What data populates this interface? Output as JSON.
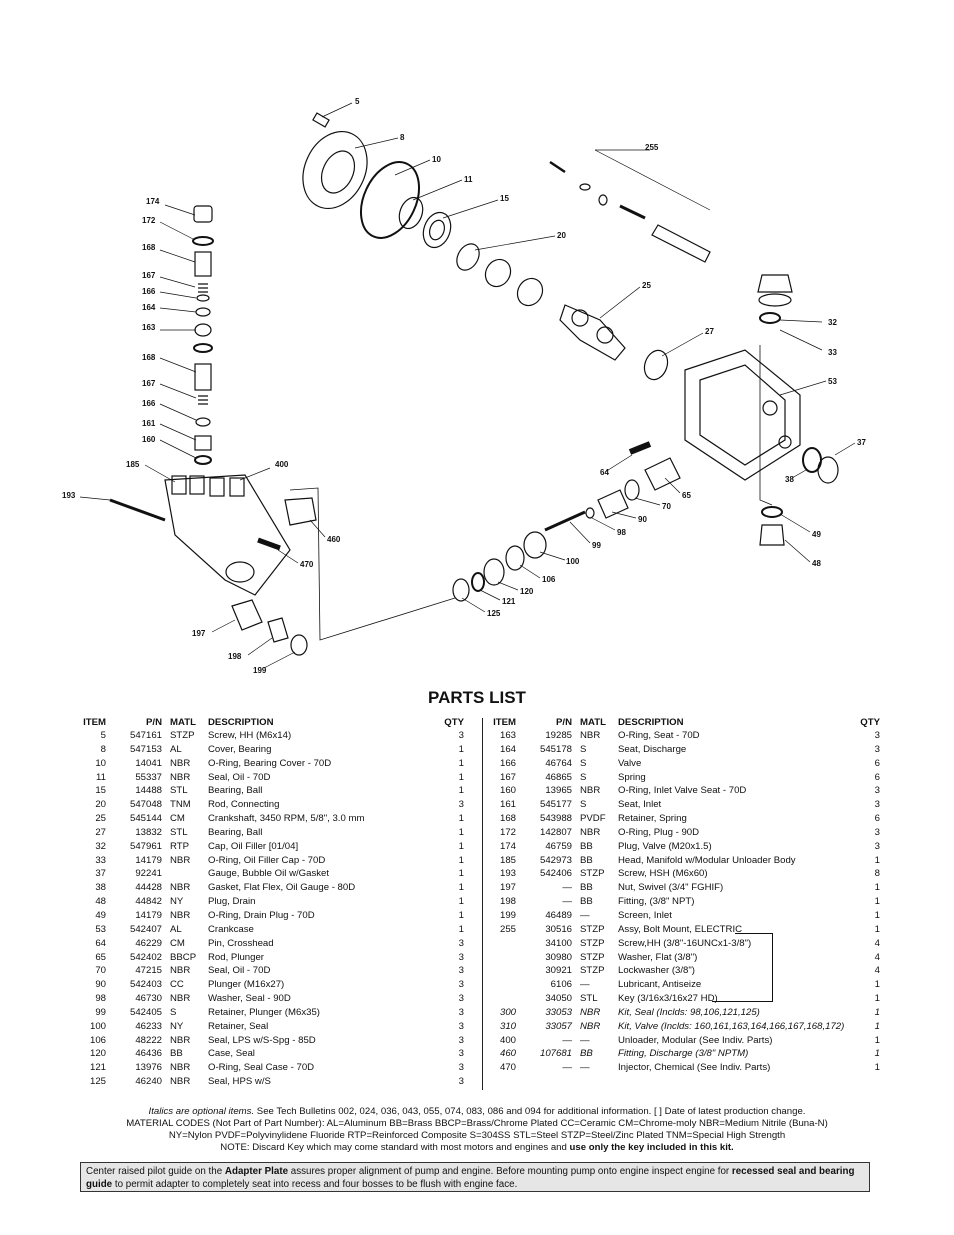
{
  "callouts": [
    {
      "id": "c5",
      "label": "5"
    },
    {
      "id": "c8",
      "label": "8"
    },
    {
      "id": "c10",
      "label": "10"
    },
    {
      "id": "c11",
      "label": "11"
    },
    {
      "id": "c15",
      "label": "15"
    },
    {
      "id": "c20",
      "label": "20"
    },
    {
      "id": "c25",
      "label": "25"
    },
    {
      "id": "c27",
      "label": "27"
    },
    {
      "id": "c255",
      "label": "255"
    },
    {
      "id": "c32",
      "label": "32"
    },
    {
      "id": "c33",
      "label": "33"
    },
    {
      "id": "c53",
      "label": "53"
    },
    {
      "id": "c37",
      "label": "37"
    },
    {
      "id": "c38",
      "label": "38"
    },
    {
      "id": "c49",
      "label": "49"
    },
    {
      "id": "c48",
      "label": "48"
    },
    {
      "id": "c174",
      "label": "174"
    },
    {
      "id": "c172",
      "label": "172"
    },
    {
      "id": "c168a",
      "label": "168"
    },
    {
      "id": "c167a",
      "label": "167"
    },
    {
      "id": "c166a",
      "label": "166"
    },
    {
      "id": "c164",
      "label": "164"
    },
    {
      "id": "c163",
      "label": "163"
    },
    {
      "id": "c168b",
      "label": "168"
    },
    {
      "id": "c167b",
      "label": "167"
    },
    {
      "id": "c166b",
      "label": "166"
    },
    {
      "id": "c161",
      "label": "161"
    },
    {
      "id": "c160",
      "label": "160"
    },
    {
      "id": "c185",
      "label": "185"
    },
    {
      "id": "c400",
      "label": "400"
    },
    {
      "id": "c193",
      "label": "193"
    },
    {
      "id": "c460",
      "label": "460"
    },
    {
      "id": "c470",
      "label": "470"
    },
    {
      "id": "c197",
      "label": "197"
    },
    {
      "id": "c198",
      "label": "198"
    },
    {
      "id": "c199",
      "label": "199"
    },
    {
      "id": "c64",
      "label": "64"
    },
    {
      "id": "c65",
      "label": "65"
    },
    {
      "id": "c70",
      "label": "70"
    },
    {
      "id": "c90",
      "label": "90"
    },
    {
      "id": "c98",
      "label": "98"
    },
    {
      "id": "c99",
      "label": "99"
    },
    {
      "id": "c100",
      "label": "100"
    },
    {
      "id": "c106",
      "label": "106"
    },
    {
      "id": "c120",
      "label": "120"
    },
    {
      "id": "c121",
      "label": "121"
    },
    {
      "id": "c125",
      "label": "125"
    }
  ],
  "parts_list_title": "PARTS LIST",
  "headers": {
    "item": "ITEM",
    "pn": "P/N",
    "matl": "MATL",
    "desc": "DESCRIPTION",
    "qty": "QTY"
  },
  "left_rows": [
    {
      "item": "5",
      "pn": "547161",
      "matl": "STZP",
      "desc": "Screw, HH (M6x14)",
      "qty": "3"
    },
    {
      "item": "8",
      "pn": "547153",
      "matl": "AL",
      "desc": "Cover, Bearing",
      "qty": "1"
    },
    {
      "item": "10",
      "pn": "14041",
      "matl": "NBR",
      "desc": "O-Ring, Bearing Cover - 70D",
      "qty": "1"
    },
    {
      "item": "11",
      "pn": "55337",
      "matl": "NBR",
      "desc": "Seal, Oil - 70D",
      "qty": "1"
    },
    {
      "item": "15",
      "pn": "14488",
      "matl": "STL",
      "desc": "Bearing, Ball",
      "qty": "1"
    },
    {
      "item": "20",
      "pn": "547048",
      "matl": "TNM",
      "desc": "Rod, Connecting",
      "qty": "3"
    },
    {
      "item": "25",
      "pn": "545144",
      "matl": "CM",
      "desc": "Crankshaft, 3450 RPM, 5/8\", 3.0 mm",
      "qty": "1"
    },
    {
      "item": "27",
      "pn": "13832",
      "matl": "STL",
      "desc": "Bearing, Ball",
      "qty": "1"
    },
    {
      "item": "32",
      "pn": "547961",
      "matl": "RTP",
      "desc": "Cap, Oil Filler [01/04]",
      "qty": "1"
    },
    {
      "item": "33",
      "pn": "14179",
      "matl": "NBR",
      "desc": "O-Ring, Oil Filler Cap - 70D",
      "qty": "1"
    },
    {
      "item": "37",
      "pn": "92241",
      "matl": "",
      "desc": "Gauge, Bubble Oil w/Gasket",
      "qty": "1"
    },
    {
      "item": "38",
      "pn": "44428",
      "matl": "NBR",
      "desc": "Gasket, Flat Flex, Oil Gauge - 80D",
      "qty": "1"
    },
    {
      "item": "48",
      "pn": "44842",
      "matl": "NY",
      "desc": "Plug, Drain",
      "qty": "1"
    },
    {
      "item": "49",
      "pn": "14179",
      "matl": "NBR",
      "desc": "O-Ring, Drain Plug - 70D",
      "qty": "1"
    },
    {
      "item": "53",
      "pn": "542407",
      "matl": "AL",
      "desc": "Crankcase",
      "qty": "1"
    },
    {
      "item": "64",
      "pn": "46229",
      "matl": "CM",
      "desc": "Pin, Crosshead",
      "qty": "3"
    },
    {
      "item": "65",
      "pn": "542402",
      "matl": "BBCP",
      "desc": "Rod, Plunger",
      "qty": "3"
    },
    {
      "item": "70",
      "pn": "47215",
      "matl": "NBR",
      "desc": "Seal, Oil - 70D",
      "qty": "3"
    },
    {
      "item": "90",
      "pn": "542403",
      "matl": "CC",
      "desc": "Plunger (M16x27)",
      "qty": "3"
    },
    {
      "item": "98",
      "pn": "46730",
      "matl": "NBR",
      "desc": "Washer, Seal - 90D",
      "qty": "3"
    },
    {
      "item": "99",
      "pn": "542405",
      "matl": "S",
      "desc": "Retainer, Plunger (M6x35)",
      "qty": "3"
    },
    {
      "item": "100",
      "pn": "46233",
      "matl": "NY",
      "desc": "Retainer, Seal",
      "qty": "3"
    },
    {
      "item": "106",
      "pn": "48222",
      "matl": "NBR",
      "desc": "Seal, LPS w/S-Spg - 85D",
      "qty": "3"
    },
    {
      "item": "120",
      "pn": "46436",
      "matl": "BB",
      "desc": "Case, Seal",
      "qty": "3"
    },
    {
      "item": "121",
      "pn": "13976",
      "matl": "NBR",
      "desc": "O-Ring, Seal Case - 70D",
      "qty": "3"
    },
    {
      "item": "125",
      "pn": "46240",
      "matl": "NBR",
      "desc": "Seal, HPS w/S",
      "qty": "3"
    }
  ],
  "right_rows": [
    {
      "item": "163",
      "pn": "19285",
      "matl": "NBR",
      "desc": "O-Ring, Seat - 70D",
      "qty": "3",
      "italic": false
    },
    {
      "item": "164",
      "pn": "545178",
      "matl": "S",
      "desc": "Seat, Discharge",
      "qty": "3",
      "italic": false
    },
    {
      "item": "166",
      "pn": "46764",
      "matl": "S",
      "desc": "Valve",
      "qty": "6",
      "italic": false
    },
    {
      "item": "167",
      "pn": "46865",
      "matl": "S",
      "desc": "Spring",
      "qty": "6",
      "italic": false
    },
    {
      "item": "160",
      "pn": "13965",
      "matl": "NBR",
      "desc": "O-Ring, Inlet Valve Seat - 70D",
      "qty": "3",
      "italic": false
    },
    {
      "item": "161",
      "pn": "545177",
      "matl": "S",
      "desc": "Seat, Inlet",
      "qty": "3",
      "italic": false
    },
    {
      "item": "168",
      "pn": "543988",
      "matl": "PVDF",
      "desc": "Retainer, Spring",
      "qty": "6",
      "italic": false
    },
    {
      "item": "172",
      "pn": "142807",
      "matl": "NBR",
      "desc": "O-Ring, Plug - 90D",
      "qty": "3",
      "italic": false
    },
    {
      "item": "174",
      "pn": "46759",
      "matl": "BB",
      "desc": "Plug, Valve (M20x1.5)",
      "qty": "3",
      "italic": false
    },
    {
      "item": "185",
      "pn": "542973",
      "matl": "BB",
      "desc": "Head, Manifold w/Modular Unloader Body",
      "qty": "1",
      "italic": false
    },
    {
      "item": "193",
      "pn": "542406",
      "matl": "STZP",
      "desc": "Screw, HSH (M6x60)",
      "qty": "8",
      "italic": false
    },
    {
      "item": "197",
      "pn": "—",
      "matl": "BB",
      "desc": "Nut, Swivel (3/4\" FGHIF)",
      "qty": "1",
      "italic": false
    },
    {
      "item": "198",
      "pn": "—",
      "matl": "BB",
      "desc": "Fitting, (3/8\" NPT)",
      "qty": "1",
      "italic": false
    },
    {
      "item": "199",
      "pn": "46489",
      "matl": "—",
      "desc": "Screen, Inlet",
      "qty": "1",
      "italic": false
    },
    {
      "item": "255",
      "pn": "30516",
      "matl": "STZP",
      "desc": "Assy, Bolt Mount, ELECTRIC",
      "qty": "1",
      "italic": false
    },
    {
      "item": "",
      "pn": "34100",
      "matl": "STZP",
      "desc": "Screw,HH (3/8\"-16UNCx1-3/8\")",
      "qty": "4",
      "italic": false
    },
    {
      "item": "",
      "pn": "30980",
      "matl": "STZP",
      "desc": "Washer, Flat (3/8\")",
      "qty": "4",
      "italic": false
    },
    {
      "item": "",
      "pn": "30921",
      "matl": "STZP",
      "desc": "Lockwasher (3/8\")",
      "qty": "4",
      "italic": false
    },
    {
      "item": "",
      "pn": "6106",
      "matl": "—",
      "desc": "Lubricant, Antiseize",
      "qty": "1",
      "italic": false
    },
    {
      "item": "",
      "pn": "34050",
      "matl": "STL",
      "desc": "Key (3/16x3/16x27 HD)",
      "qty": "1",
      "italic": false
    },
    {
      "item": "300",
      "pn": "33053",
      "matl": "NBR",
      "desc": "Kit, Seal (Inclds: 98,106,121,125)",
      "qty": "1",
      "italic": true
    },
    {
      "item": "310",
      "pn": "33057",
      "matl": "NBR",
      "desc": "Kit, Valve (Inclds: 160,161,163,164,166,167,168,172)",
      "qty": "1",
      "italic": true
    },
    {
      "item": "400",
      "pn": "—",
      "matl": "—",
      "desc": "Unloader, Modular (See Indiv. Parts)",
      "qty": "1",
      "italic": false
    },
    {
      "item": "460",
      "pn": "107681",
      "matl": "BB",
      "desc": "Fitting, Discharge (3/8\" NPTM)",
      "qty": "1",
      "italic": true
    },
    {
      "item": "470",
      "pn": "—",
      "matl": "—",
      "desc": "Injector, Chemical (See Indiv. Parts)",
      "qty": "1",
      "italic": false
    }
  ],
  "notes": {
    "line1_italic": "Italics are optional items.",
    "line1_rest": " See Tech Bulletins 002, 024, 036, 043, 055, 074, 083, 086 and 094 for additional information. [ ] Date of latest production change.",
    "line2": "MATERIAL CODES (Not Part of Part Number): AL=Aluminum BB=Brass BBCP=Brass/Chrome Plated CC=Ceramic CM=Chrome-moly NBR=Medium Nitrile (Buna-N)",
    "line3": "NY=Nylon PVDF=Polyvinylidene Fluoride RTP=Reinforced Composite S=304SS STL=Steel STZP=Steel/Zinc Plated TNM=Special High Strength",
    "line4_a": "NOTE: Discard Key which may come standard with most motors and engines and ",
    "line4_b": "use only the key included in this kit."
  },
  "notice": {
    "t1": "Center raised pilot guide on the ",
    "t2": "Adapter Plate",
    "t3": " assures proper alignment of pump and engine. Before mounting pump onto engine inspect engine for ",
    "t4": "recessed seal and bearing guide",
    "t5": " to permit adapter to completely seat into recess and four bosses to be flush with engine face."
  }
}
